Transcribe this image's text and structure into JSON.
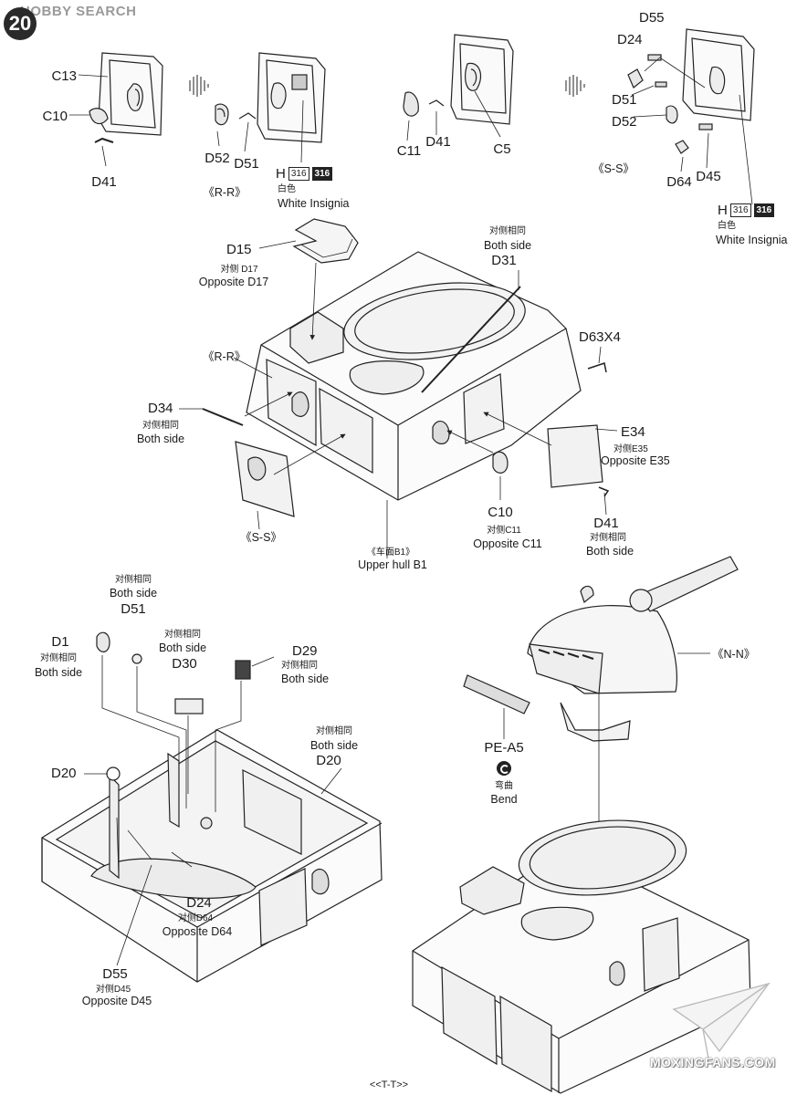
{
  "header": {
    "step_number": "20",
    "watermark_top": "HOBBY SEARCH",
    "watermark_bottom": "MOXINGFANS.COM",
    "footer": "<<T-T>>"
  },
  "sub_r": {
    "c13": "C13",
    "c10": "C10",
    "d41": "D41",
    "d52": "D52",
    "d51": "D51",
    "paint_letter": "H",
    "paint_code_a": "316",
    "paint_code_b": "316",
    "paint_cn": "白色",
    "paint_en": "White Insignia",
    "view": "《R-R》"
  },
  "sub_s": {
    "c11": "C11",
    "d41": "D41",
    "c5": "C5",
    "d55": "D55",
    "d24": "D24",
    "d51": "D51",
    "d52": "D52",
    "d64": "D64",
    "d45": "D45",
    "paint_letter": "H",
    "paint_code_a": "316",
    "paint_code_b": "316",
    "paint_cn": "白色",
    "paint_en": "White Insignia",
    "view": "《S-S》"
  },
  "upper_hull": {
    "d15": "D15",
    "d17_cn": "对侧 D17",
    "d17_en": "Opposite D17",
    "d31_cn": "对侧相同",
    "d31_en": "Both side",
    "d31": "D31",
    "d63": "D63X4",
    "view_r": "《R-R》",
    "d34": "D34",
    "d34_cn": "对侧相同",
    "d34_en": "Both side",
    "e34": "E34",
    "e35_cn": "对侧E35",
    "e35_en": "Opposite E35",
    "c10": "C10",
    "c11_cn": "对侧C11",
    "c11_en": "Opposite C11",
    "d41": "D41",
    "d41_cn": "对侧相同",
    "d41_en": "Both side",
    "view_s": "《S-S》",
    "b1_cn": "《车面B1》",
    "b1_en": "Upper hull B1"
  },
  "interior": {
    "d51_cn": "对侧相同",
    "d51_en": "Both side",
    "d51": "D51",
    "d1": "D1",
    "d1_cn": "对侧相同",
    "d1_en": "Both side",
    "d30_cn": "对侧相同",
    "d30_en": "Both side",
    "d30": "D30",
    "d29": "D29",
    "d29_cn": "对侧相同",
    "d29_en": "Both side",
    "d20_cn": "对侧相同",
    "d20_en": "Both side",
    "d20a": "D20",
    "d20b": "D20",
    "d24": "D24",
    "d64_cn": "对侧D64",
    "d64_en": "Opposite D64",
    "d55": "D55",
    "d45_cn": "对侧D45",
    "d45_en": "Opposite D45"
  },
  "turret": {
    "view_n": "《N-N》",
    "pea5": "PE-A5",
    "bend_cn": "弯曲",
    "bend_en": "Bend"
  }
}
